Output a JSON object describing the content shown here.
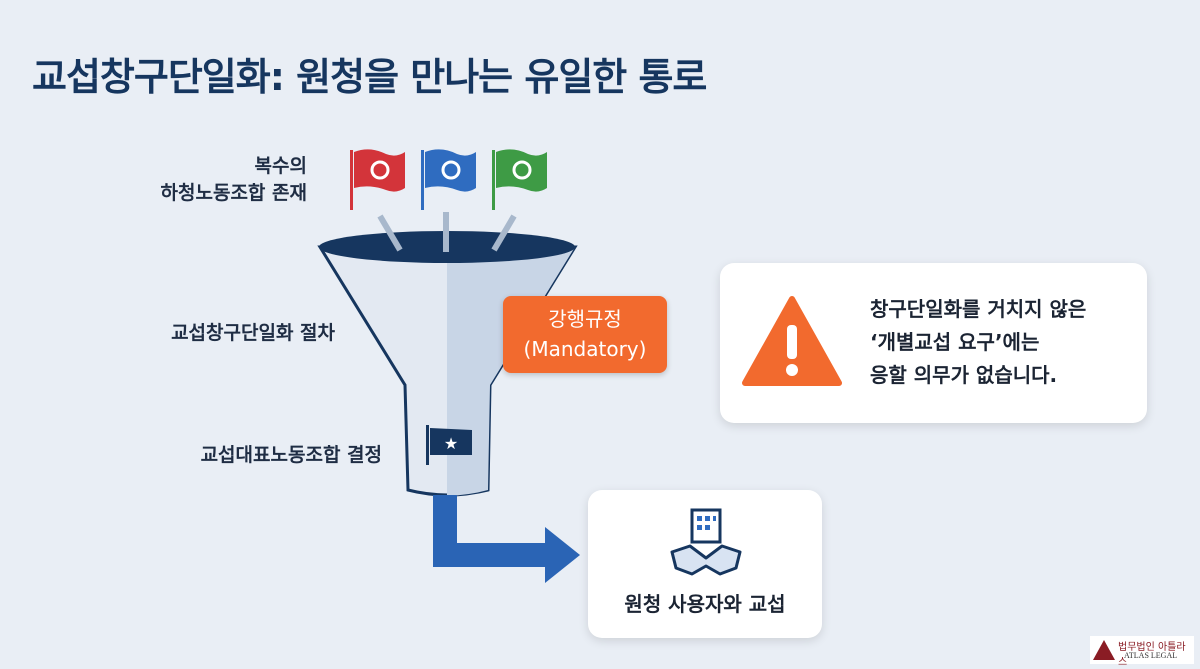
{
  "title": "교섭창구단일화: 원청을 만나는 유일한 통로",
  "labels": {
    "multiple_unions": [
      "복수의",
      "하청노동조합 존재"
    ],
    "procedure": "교섭창구단일화 절차",
    "decision": "교섭대표노동조합 결정"
  },
  "badge": {
    "line1": "강행규정",
    "line2": "(Mandatory)"
  },
  "warning": {
    "lines": [
      "창구단일화를 거치지 않은",
      "‘개별교섭 요구’에는",
      "응할 의무가 없습니다."
    ]
  },
  "destination": {
    "label": "원청 사용자와 교섭"
  },
  "logo": {
    "korean": "법무법인 아틀라스",
    "english": "ATLAS LEGAL"
  },
  "colors": {
    "navy": "#16365f",
    "orange": "#f26a2e",
    "red": "#d3343a",
    "blue": "#2f6cc0",
    "green": "#3e9b45",
    "arrow": "#2a64b5"
  }
}
